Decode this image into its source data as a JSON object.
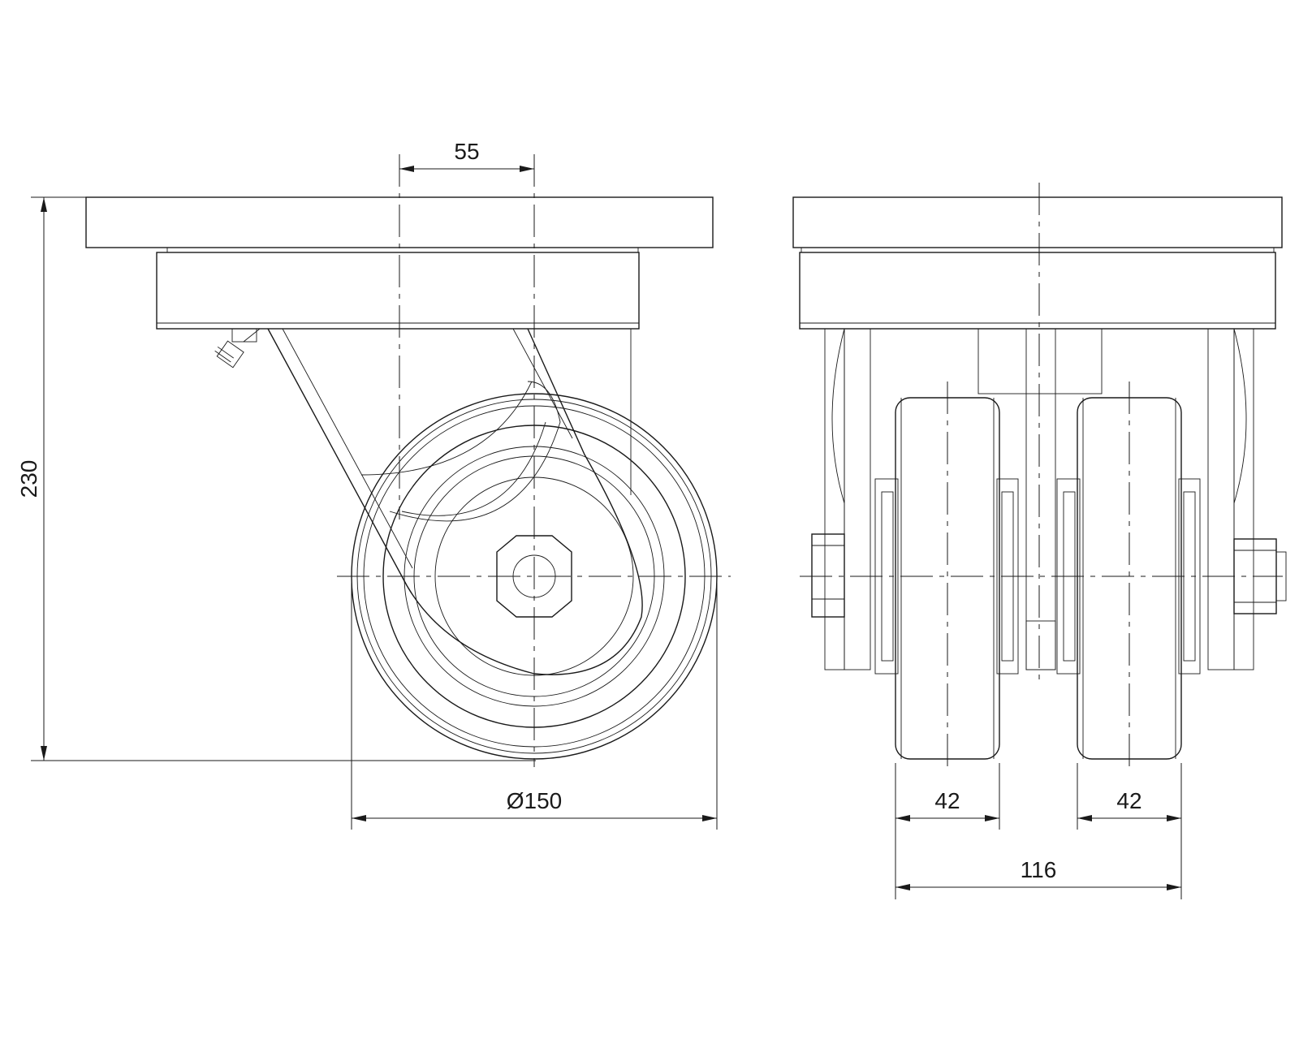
{
  "dimensions": {
    "offset": "55",
    "total_height": "230",
    "wheel_diameter": "Ø150",
    "wheel_width_left": "42",
    "wheel_width_right": "42",
    "overall_width": "116"
  },
  "colors": {
    "line": "#1a1a1a",
    "background": "#ffffff"
  }
}
